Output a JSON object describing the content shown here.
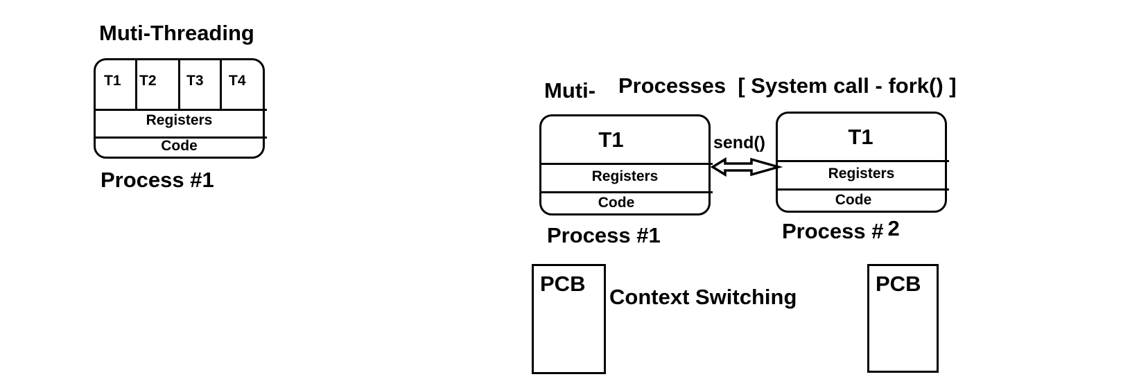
{
  "left": {
    "title": "Muti-Threading",
    "threads": [
      "T1",
      "T2",
      "T3",
      "T4"
    ],
    "registers": "Registers",
    "code": "Code",
    "caption": "Process #1"
  },
  "right": {
    "title_prefix": "Muti-",
    "title_main": "Processes  [ System call - fork() ]",
    "process1": {
      "thread": "T1",
      "registers": "Registers",
      "code": "Code",
      "caption": "Process #1"
    },
    "process2": {
      "thread": "T1",
      "registers": "Registers",
      "code": "Code",
      "caption_text": "Process #",
      "caption_num": "2"
    },
    "ipc_label": "send()",
    "pcb1": "PCB",
    "pcb2": "PCB",
    "context_switch": "Context Switching"
  }
}
